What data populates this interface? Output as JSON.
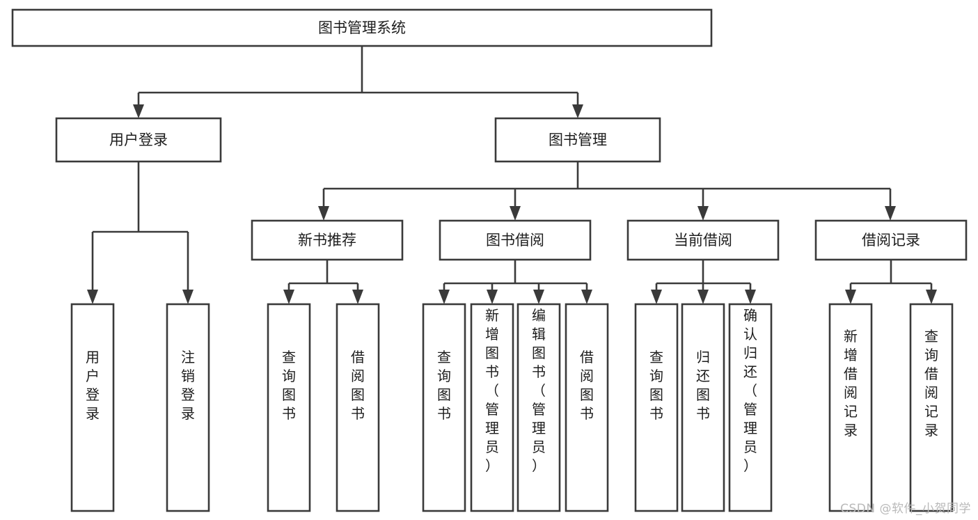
{
  "diagram": {
    "title": "图书管理系统",
    "type": "tree-hierarchy",
    "watermark": "CSDN @软件_小贺同学",
    "colors": {
      "stroke": "#3a3a3a",
      "box_fill": "#ffffff",
      "text": "#1d1d1d",
      "background": "#ffffff",
      "watermark": "#b9b9b9"
    },
    "root": {
      "label": "图书管理系统"
    },
    "level2": [
      {
        "label": "用户登录"
      },
      {
        "label": "图书管理"
      }
    ],
    "level3": [
      {
        "label": "新书推荐"
      },
      {
        "label": "图书借阅"
      },
      {
        "label": "当前借阅"
      },
      {
        "label": "借阅记录"
      }
    ],
    "leaves_user_login": [
      {
        "label": "用户登录"
      },
      {
        "label": "注销登录"
      }
    ],
    "leaves_new_book": [
      {
        "label": "查询图书"
      },
      {
        "label": "借阅图书"
      }
    ],
    "leaves_borrow": [
      {
        "label": "查询图书"
      },
      {
        "label": "新增图书（管理员）"
      },
      {
        "label": "编辑图书（管理员）"
      },
      {
        "label": "借阅图书"
      }
    ],
    "leaves_current": [
      {
        "label": "查询图书"
      },
      {
        "label": "归还图书"
      },
      {
        "label": "确认归还（管理员）"
      }
    ],
    "leaves_records": [
      {
        "label": "新增借阅记录"
      },
      {
        "label": "查询借阅记录"
      }
    ]
  }
}
